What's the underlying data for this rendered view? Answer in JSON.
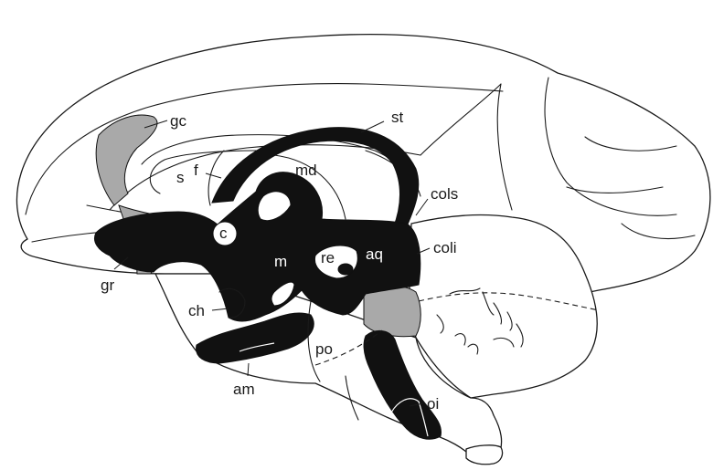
{
  "labels": {
    "gc": "gc",
    "s": "s",
    "f": "f",
    "md": "md",
    "st": "st",
    "cols": "cols",
    "coli": "coli",
    "c": "c",
    "aq": "aq",
    "re": "re",
    "m": "m",
    "gr": "gr",
    "ch": "ch",
    "po": "po",
    "am": "am",
    "oi": "oi"
  },
  "colors": {
    "dark_regions": "#111111",
    "gray_regions": "#a9a9a9",
    "outline": "#1a1a1a",
    "background": "#ffffff"
  }
}
